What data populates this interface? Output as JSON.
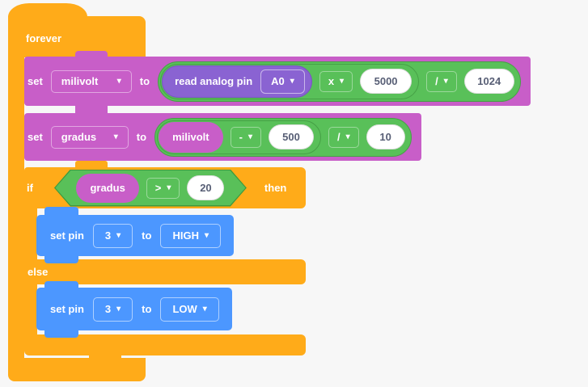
{
  "colors": {
    "background": "#F7F7F7",
    "control_orange": "#FFAB19",
    "variable_magenta": "#C85EC8",
    "operator_green": "#59C059",
    "sensing_purple": "#8A63D2",
    "pin_blue": "#4C97FF",
    "field_text": "#575E75"
  },
  "icons": {
    "dropdown_arrow": "▾"
  },
  "forever": {
    "label": "forever"
  },
  "set_milivolt": {
    "keyword_set": "set",
    "variable": "milivolt",
    "keyword_to": "to",
    "expression": {
      "read_block_label": "read analog pin",
      "pin": "A0",
      "multiply_op": "x",
      "multiplier": "5000",
      "divide_op": "/",
      "divisor": "1024"
    }
  },
  "set_gradus": {
    "keyword_set": "set",
    "variable": "gradus",
    "keyword_to": "to",
    "expression": {
      "operand": "milivolt",
      "minus_op": "-",
      "subtrahend": "500",
      "divide_op": "/",
      "divisor": "10"
    }
  },
  "if_block": {
    "keyword_if": "if",
    "keyword_then": "then",
    "keyword_else": "else",
    "condition": {
      "operand": "gradus",
      "op": ">",
      "value": "20"
    }
  },
  "set_pin_high": {
    "label": "set pin",
    "pin": "3",
    "keyword_to": "to",
    "value": "HIGH"
  },
  "set_pin_low": {
    "label": "set pin",
    "pin": "3",
    "keyword_to": "to",
    "value": "LOW"
  }
}
